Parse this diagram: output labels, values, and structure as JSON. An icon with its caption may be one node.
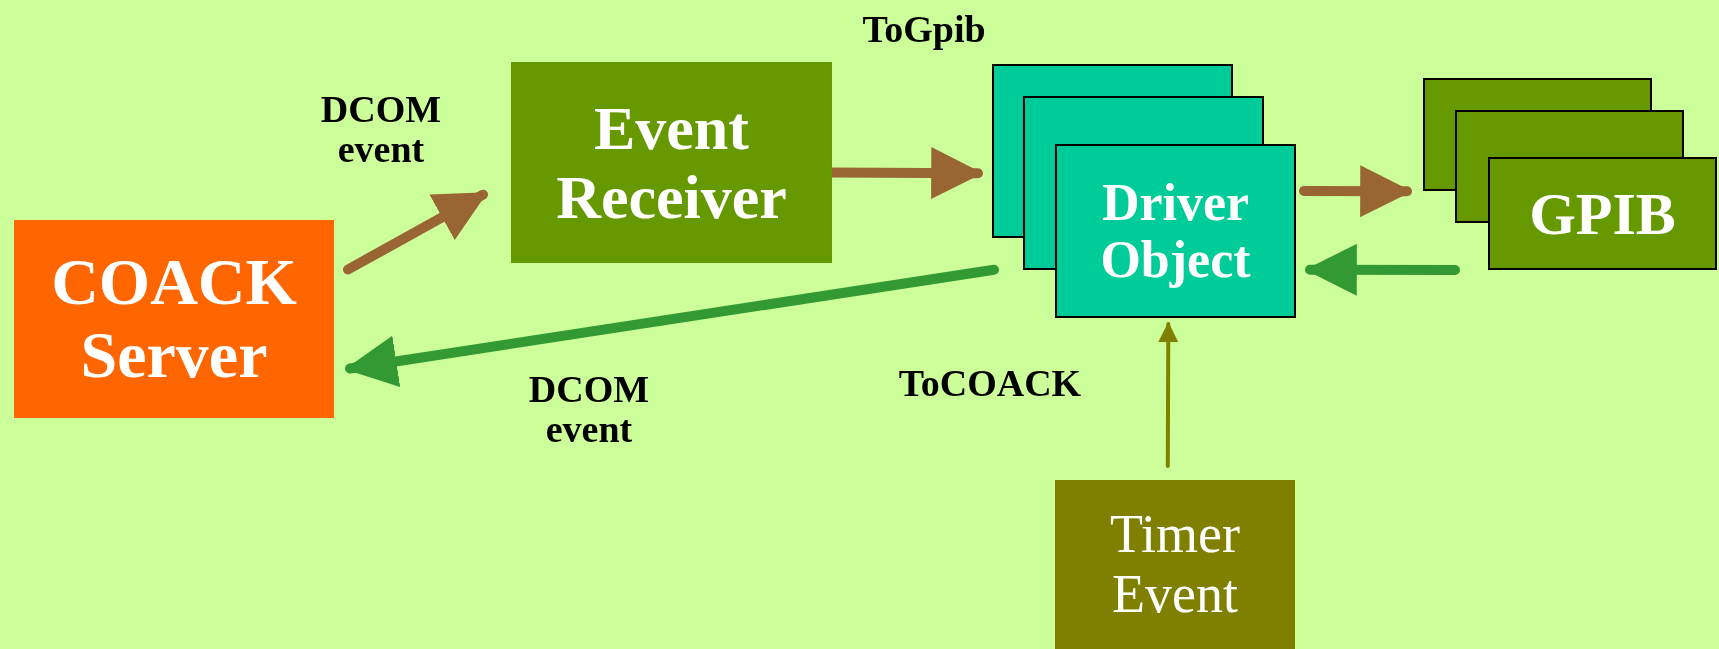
{
  "diagram": {
    "nodes": [
      {
        "text": [
          "COACK Server"
        ]
      },
      {
        "text": [
          "Event Receiver"
        ]
      },
      {
        "text": [
          "Driver Object"
        ]
      },
      {
        "text": [
          "GPIB"
        ]
      },
      {
        "text": [
          "Timer Event"
        ]
      }
    ],
    "edges": [
      {
        "from": 0,
        "to": 1,
        "arrow": "to",
        "label": "DCOM event"
      },
      {
        "from": 1,
        "to": 2,
        "arrow": "to"
      },
      {
        "from": 2,
        "to": 3,
        "arrow": "to"
      },
      {
        "from": 3,
        "to": 2,
        "arrow": "to",
        "color": "#339933"
      },
      {
        "from": 2,
        "to": 0,
        "arrow": "to",
        "label": "DCOM event",
        "color": "#339933"
      },
      {
        "from": 4,
        "to": 2,
        "arrow": "to",
        "color": "#808000"
      }
    ],
    "labels": [
      "ToGpib",
      "ToCOACK"
    ]
  }
}
